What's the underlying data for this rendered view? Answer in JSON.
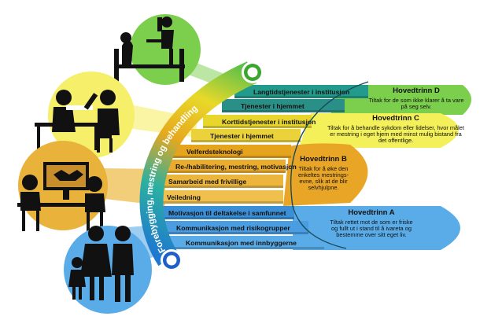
{
  "diagram": {
    "arc_label": "Forebygging, mestring og behandling",
    "steps": [
      {
        "label": "Langtidstjenester i institusjon",
        "fill": "#239b8c"
      },
      {
        "label": "Tjenester i hjemmet",
        "fill": "#2a8f86"
      },
      {
        "label": "Korttidstjenester i institusjon",
        "fill": "#e8d62c"
      },
      {
        "label": "Tjenester i hjemmet",
        "fill": "#ecd23a"
      },
      {
        "label": "Velferdsteknologi",
        "fill": "#e6a31c"
      },
      {
        "label": "Re-/habilitering, mestring, motivasjon",
        "fill": "#e9ac2c"
      },
      {
        "label": "Samarbeid med frivillige",
        "fill": "#ecb63c"
      },
      {
        "label": "Veiledning",
        "fill": "#efc04e"
      },
      {
        "label": "Motivasjon til deltakelse i samfunnet",
        "fill": "#3a8fd6"
      },
      {
        "label": "Kommunikasjon med risikogrupper",
        "fill": "#4a9de0"
      },
      {
        "label": "Kommunikasjon med innbyggerne",
        "fill": "#5aace8"
      }
    ],
    "tiers": [
      {
        "title": "Hovedtrinn D",
        "text": "Tiltak for de som ikke klarer å ta vare på seg selv.",
        "color": "#7ccf4c"
      },
      {
        "title": "Hovedtrinn C",
        "text": "Tiltak for å behandle sykdom eller lidelser, hvor målet er mestring i eget hjem med minst mulig bistand fra det offentlige.",
        "color": "#f3f05a"
      },
      {
        "title": "Hovedtrinn B",
        "text": "Tiltak for å øke den enkeltes mestrings-evne, slik at de blir selvhjulpne.",
        "color": "#e9a526"
      },
      {
        "title": "Hovedtrinn A",
        "text": "Tiltak rettet mot de som er friske og fullt ut i stand til å ivareta og bestemme over sitt eget liv.",
        "color": "#5aace8"
      }
    ],
    "scenes": [
      {
        "icon": "hospital-bed-icon",
        "color": "#7ccf4c"
      },
      {
        "icon": "home-care-icon",
        "color": "#f5ef6a"
      },
      {
        "icon": "consultation-icon",
        "color": "#e9b23a"
      },
      {
        "icon": "family-icon",
        "color": "#5aace8"
      }
    ]
  }
}
